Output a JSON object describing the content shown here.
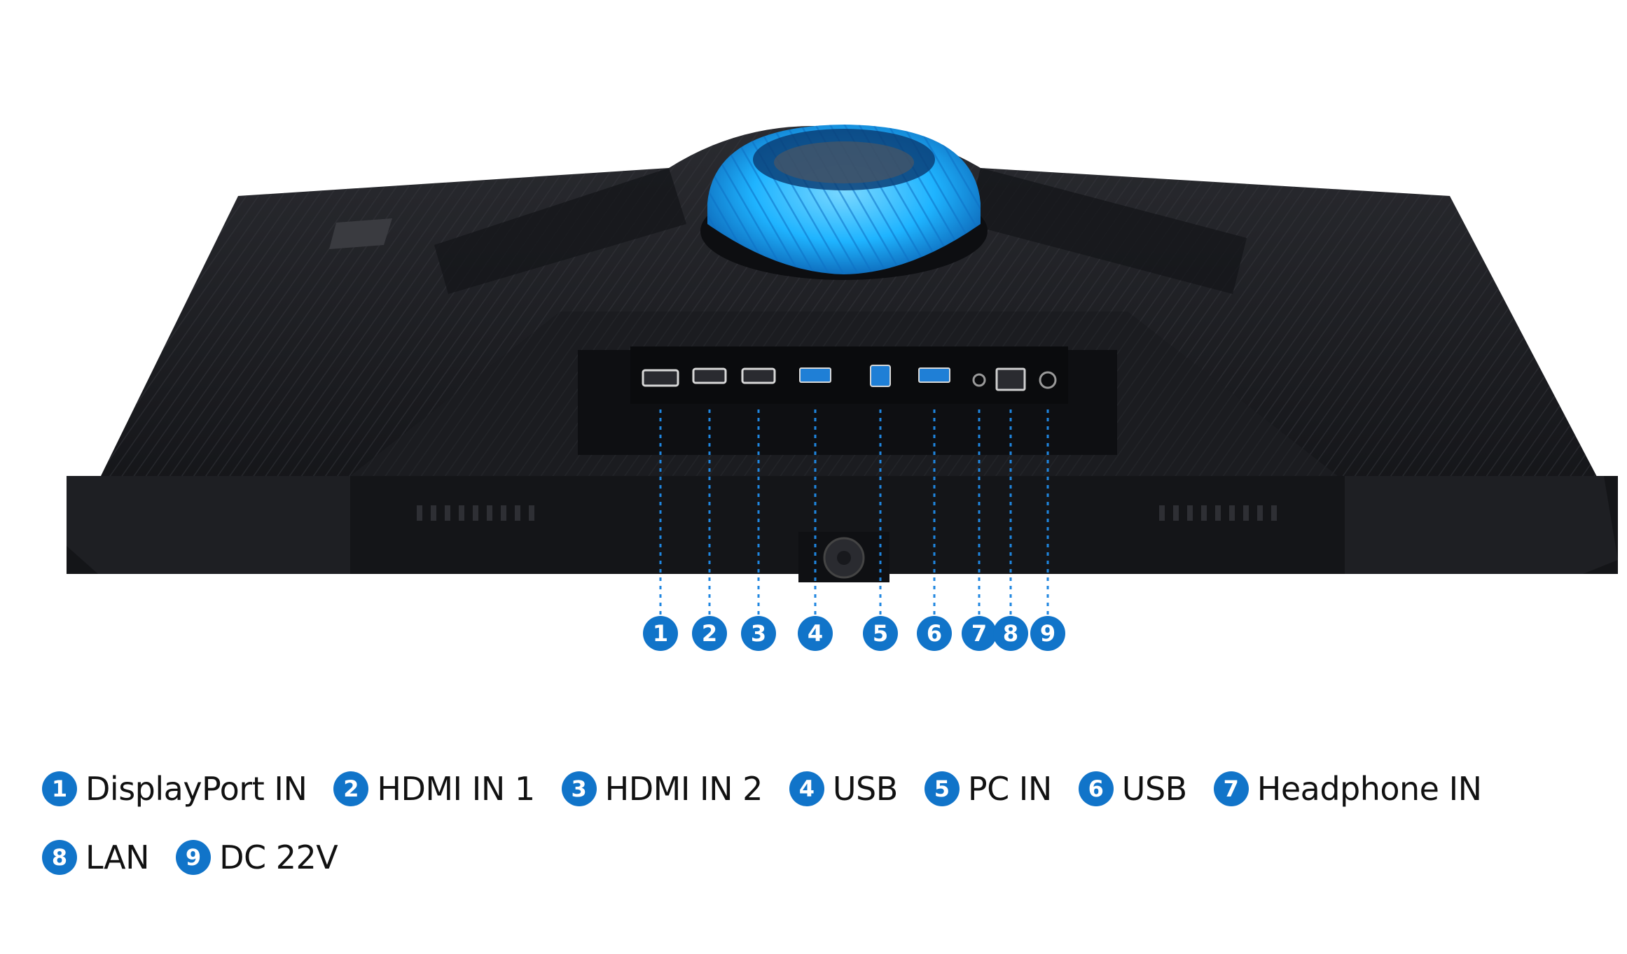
{
  "colors": {
    "accent": "#1174c9",
    "ring_glow": "#1fb4ff",
    "monitor_body": "#1a1b1f"
  },
  "ports": [
    {
      "num": "1",
      "label": "DisplayPort IN",
      "icon": "displayport-port-icon"
    },
    {
      "num": "2",
      "label": "HDMI IN 1",
      "icon": "hdmi-port-icon"
    },
    {
      "num": "3",
      "label": "HDMI IN 2",
      "icon": "hdmi-port-icon"
    },
    {
      "num": "4",
      "label": "USB",
      "icon": "usb-a-port-icon"
    },
    {
      "num": "5",
      "label": "PC IN",
      "icon": "usb-b-port-icon"
    },
    {
      "num": "6",
      "label": "USB",
      "icon": "usb-a-port-icon"
    },
    {
      "num": "7",
      "label": "Headphone IN",
      "icon": "headphone-jack-icon"
    },
    {
      "num": "8",
      "label": "LAN",
      "icon": "ethernet-port-icon"
    },
    {
      "num": "9",
      "label": "DC 22V",
      "icon": "dc-power-port-icon"
    }
  ]
}
